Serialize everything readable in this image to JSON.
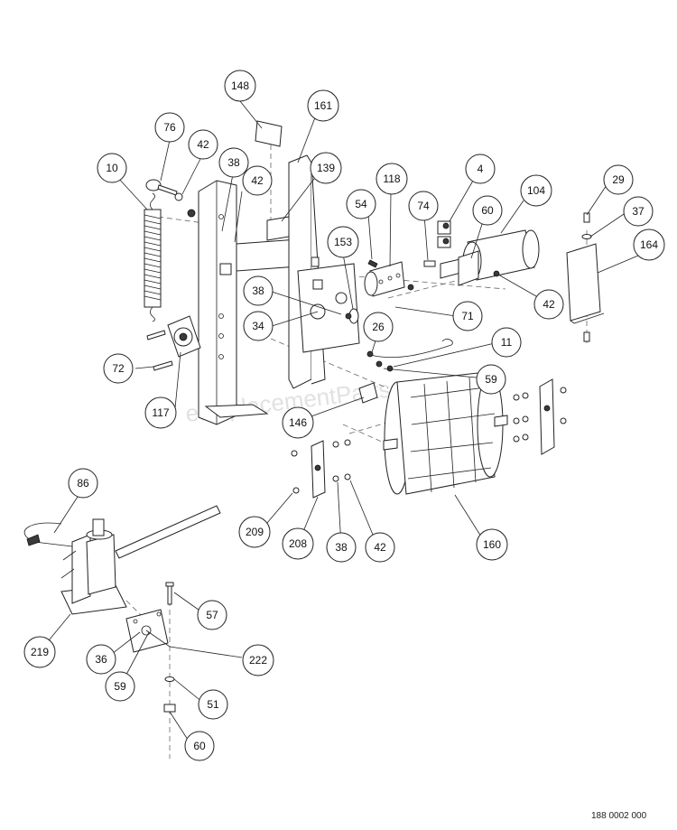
{
  "watermark": "eReplacementParts.com",
  "figure_number": "188 0002 000",
  "callouts": [
    {
      "id": "c148",
      "label": "148"
    },
    {
      "id": "c161",
      "label": "161"
    },
    {
      "id": "c76",
      "label": "76"
    },
    {
      "id": "c42a",
      "label": "42"
    },
    {
      "id": "c38a",
      "label": "38"
    },
    {
      "id": "c42b",
      "label": "42"
    },
    {
      "id": "c139",
      "label": "139"
    },
    {
      "id": "c10",
      "label": "10"
    },
    {
      "id": "c118",
      "label": "118"
    },
    {
      "id": "c4",
      "label": "4"
    },
    {
      "id": "c104",
      "label": "104"
    },
    {
      "id": "c29",
      "label": "29"
    },
    {
      "id": "c54",
      "label": "54"
    },
    {
      "id": "c74",
      "label": "74"
    },
    {
      "id": "c60a",
      "label": "60"
    },
    {
      "id": "c37",
      "label": "37"
    },
    {
      "id": "c164",
      "label": "164"
    },
    {
      "id": "c153",
      "label": "153"
    },
    {
      "id": "c38b",
      "label": "38"
    },
    {
      "id": "c42c",
      "label": "42"
    },
    {
      "id": "c34",
      "label": "34"
    },
    {
      "id": "c71",
      "label": "71"
    },
    {
      "id": "c26",
      "label": "26"
    },
    {
      "id": "c11",
      "label": "11"
    },
    {
      "id": "c72",
      "label": "72"
    },
    {
      "id": "c59a",
      "label": "59"
    },
    {
      "id": "c117",
      "label": "117"
    },
    {
      "id": "c146",
      "label": "146"
    },
    {
      "id": "c86",
      "label": "86"
    },
    {
      "id": "c209",
      "label": "209"
    },
    {
      "id": "c208",
      "label": "208"
    },
    {
      "id": "c38c",
      "label": "38"
    },
    {
      "id": "c42d",
      "label": "42"
    },
    {
      "id": "c160",
      "label": "160"
    },
    {
      "id": "c57",
      "label": "57"
    },
    {
      "id": "c219",
      "label": "219"
    },
    {
      "id": "c36",
      "label": "36"
    },
    {
      "id": "c222",
      "label": "222"
    },
    {
      "id": "c59b",
      "label": "59"
    },
    {
      "id": "c51",
      "label": "51"
    },
    {
      "id": "c60b",
      "label": "60"
    }
  ]
}
